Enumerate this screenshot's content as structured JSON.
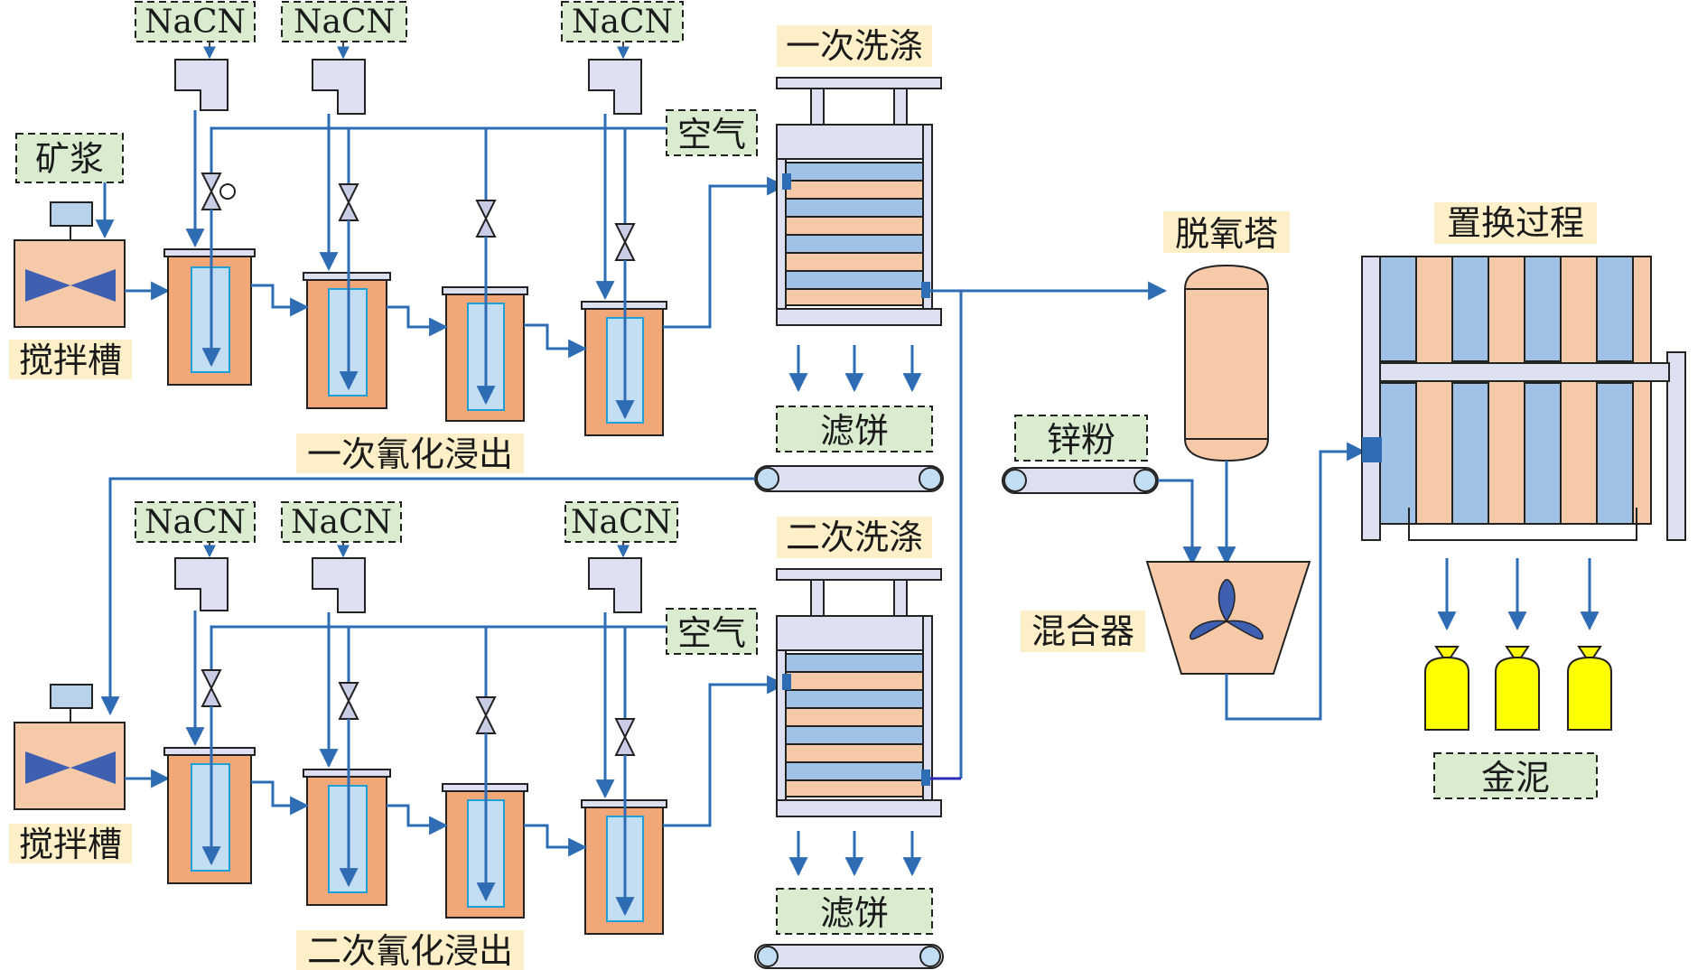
{
  "labels": {
    "slurry": "矿浆",
    "tank1": "搅拌槽",
    "tank2": "搅拌槽",
    "leach1": "一次氰化浸出",
    "leach2": "二次氰化浸出",
    "nacn": "NaCN",
    "air": "空气",
    "wash1": "一次洗涤",
    "wash2": "二次洗涤",
    "cake": "滤饼",
    "deox": "脱氧塔",
    "zinc": "锌粉",
    "mixer": "混合器",
    "replace": "置换过程",
    "gold": "金泥"
  },
  "colors": {
    "line": "#2e6db4",
    "green_box": "#d9ecd0",
    "label_bg": "#fdf0c8",
    "tank": "#f2a779",
    "inner": "#c3ddf2",
    "plate_blue": "#9fc2e6",
    "plate_orange": "#f6c9a8",
    "hopper": "#dde0f0",
    "gold_bag": "#ffff00",
    "agitator": "#3f5fb0"
  }
}
